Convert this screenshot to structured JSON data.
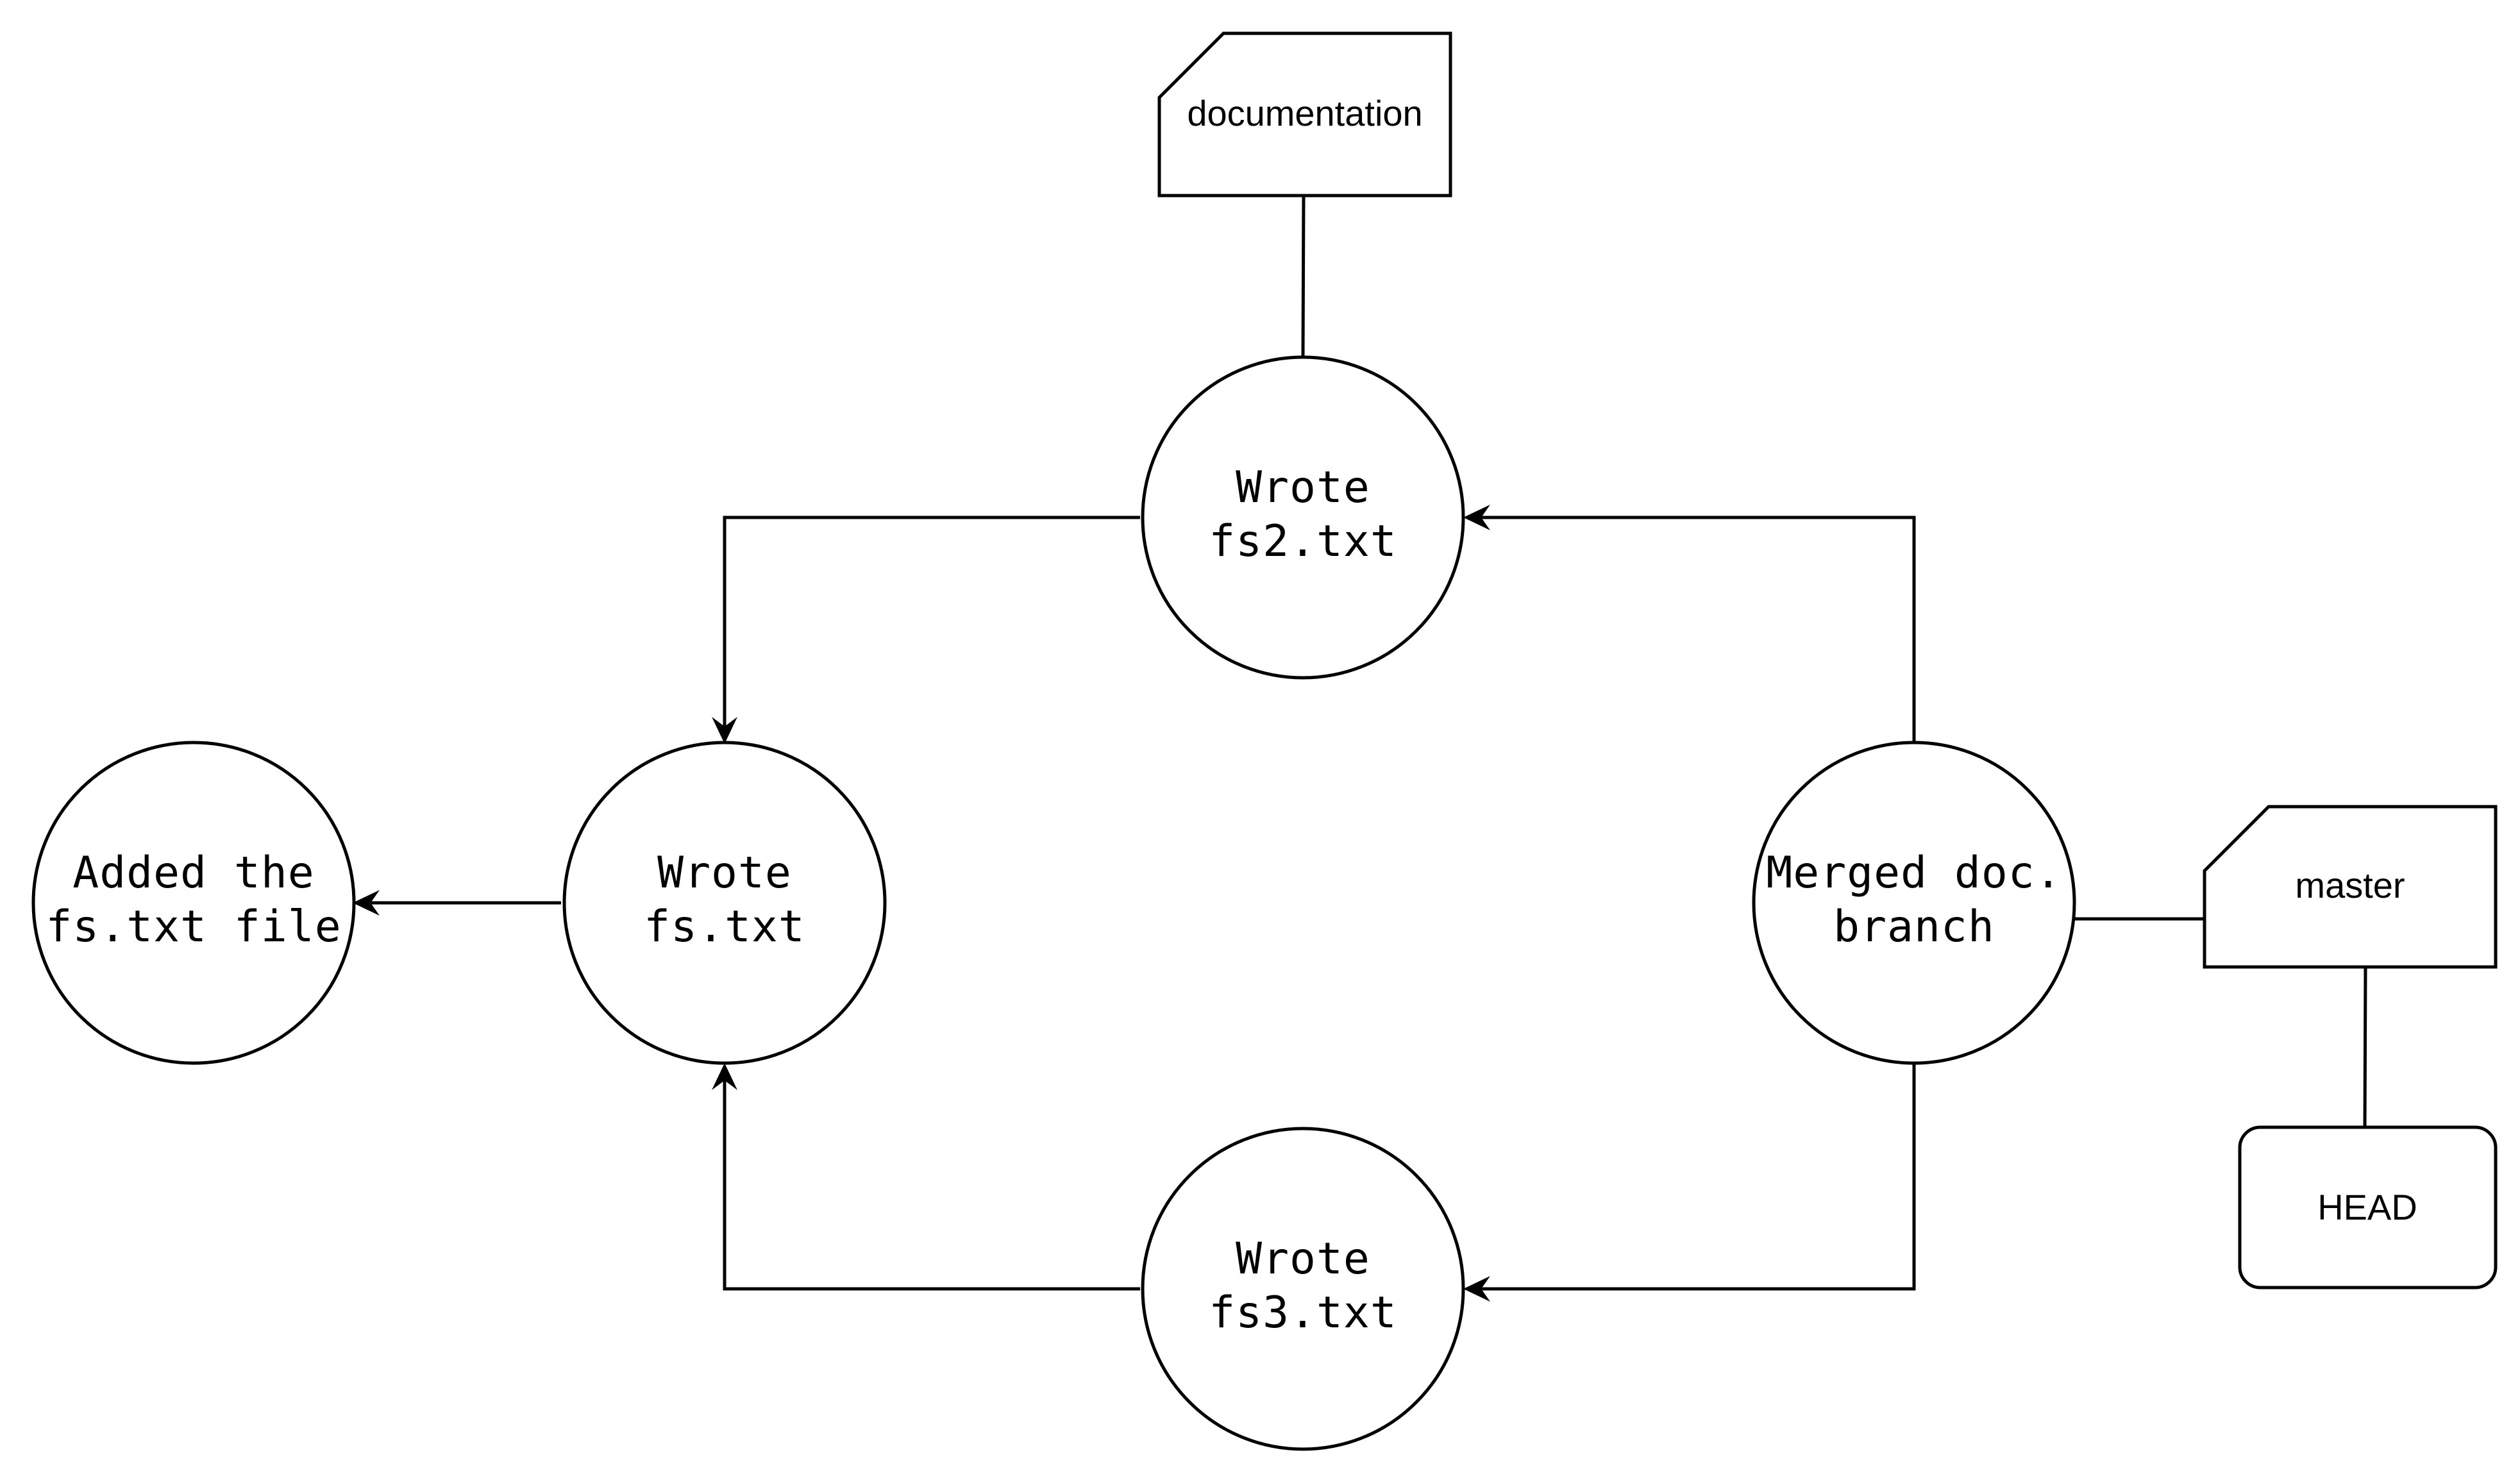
{
  "diagram": {
    "commits": {
      "initial": {
        "line1": "Added the",
        "line2": "fs.txt file"
      },
      "fs": {
        "line1": "Wrote",
        "line2": "fs.txt"
      },
      "fs2": {
        "line1": "Wrote",
        "line2": "fs2.txt"
      },
      "fs3": {
        "line1": "Wrote",
        "line2": "fs3.txt"
      },
      "merge": {
        "line1": "Merged doc.",
        "line2": "branch"
      }
    },
    "branches": {
      "documentation": "documentation",
      "master": "master"
    },
    "head": "HEAD"
  }
}
